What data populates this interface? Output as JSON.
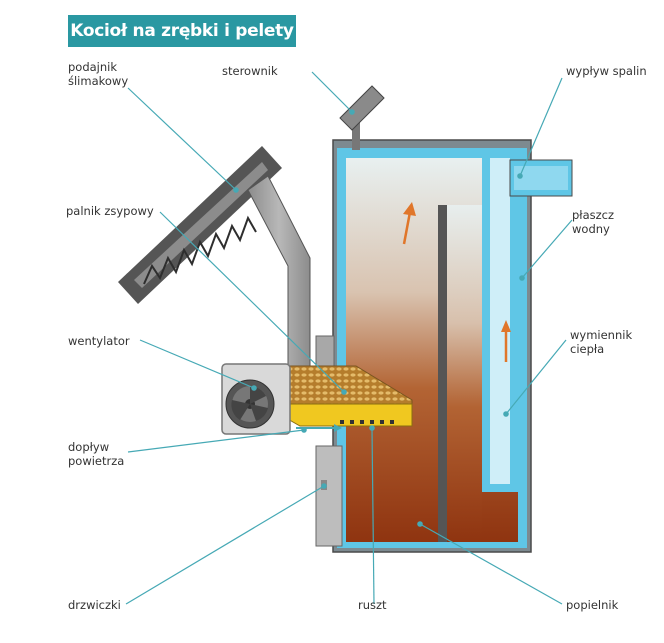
{
  "title": "Kocioł na zrębki i pelety",
  "labels": {
    "podajnik_line1": "podajnik",
    "podajnik_line2": "ślimakowy",
    "sterownik": "sterownik",
    "wyplyw_spalin": "wypływ spalin",
    "palnik_zsypowy": "palnik zsypowy",
    "plaszcz_line1": "płaszcz",
    "plaszcz_line2": "wodny",
    "wentylator": "wentylator",
    "wymiennik_line1": "wymiennik",
    "wymiennik_line2": "ciepła",
    "doplyw_line1": "dopływ",
    "doplyw_line2": "powietrza",
    "drzwiczki": "drzwiczki",
    "ruszt": "ruszt",
    "popielnik": "popielnik"
  },
  "colors": {
    "title_bg": "#2a98a2",
    "water": "#5fc6e6",
    "water_light": "#cfeef8",
    "steel": "#a6a6a6",
    "steel_dark": "#666666",
    "ash_top": "#e6f0f0",
    "ash_bottom": "#9a3b12",
    "fuel": "#c99a3a",
    "grate": "#f0c820",
    "leader": "#46a9b5",
    "arrow": "#e0762a"
  }
}
